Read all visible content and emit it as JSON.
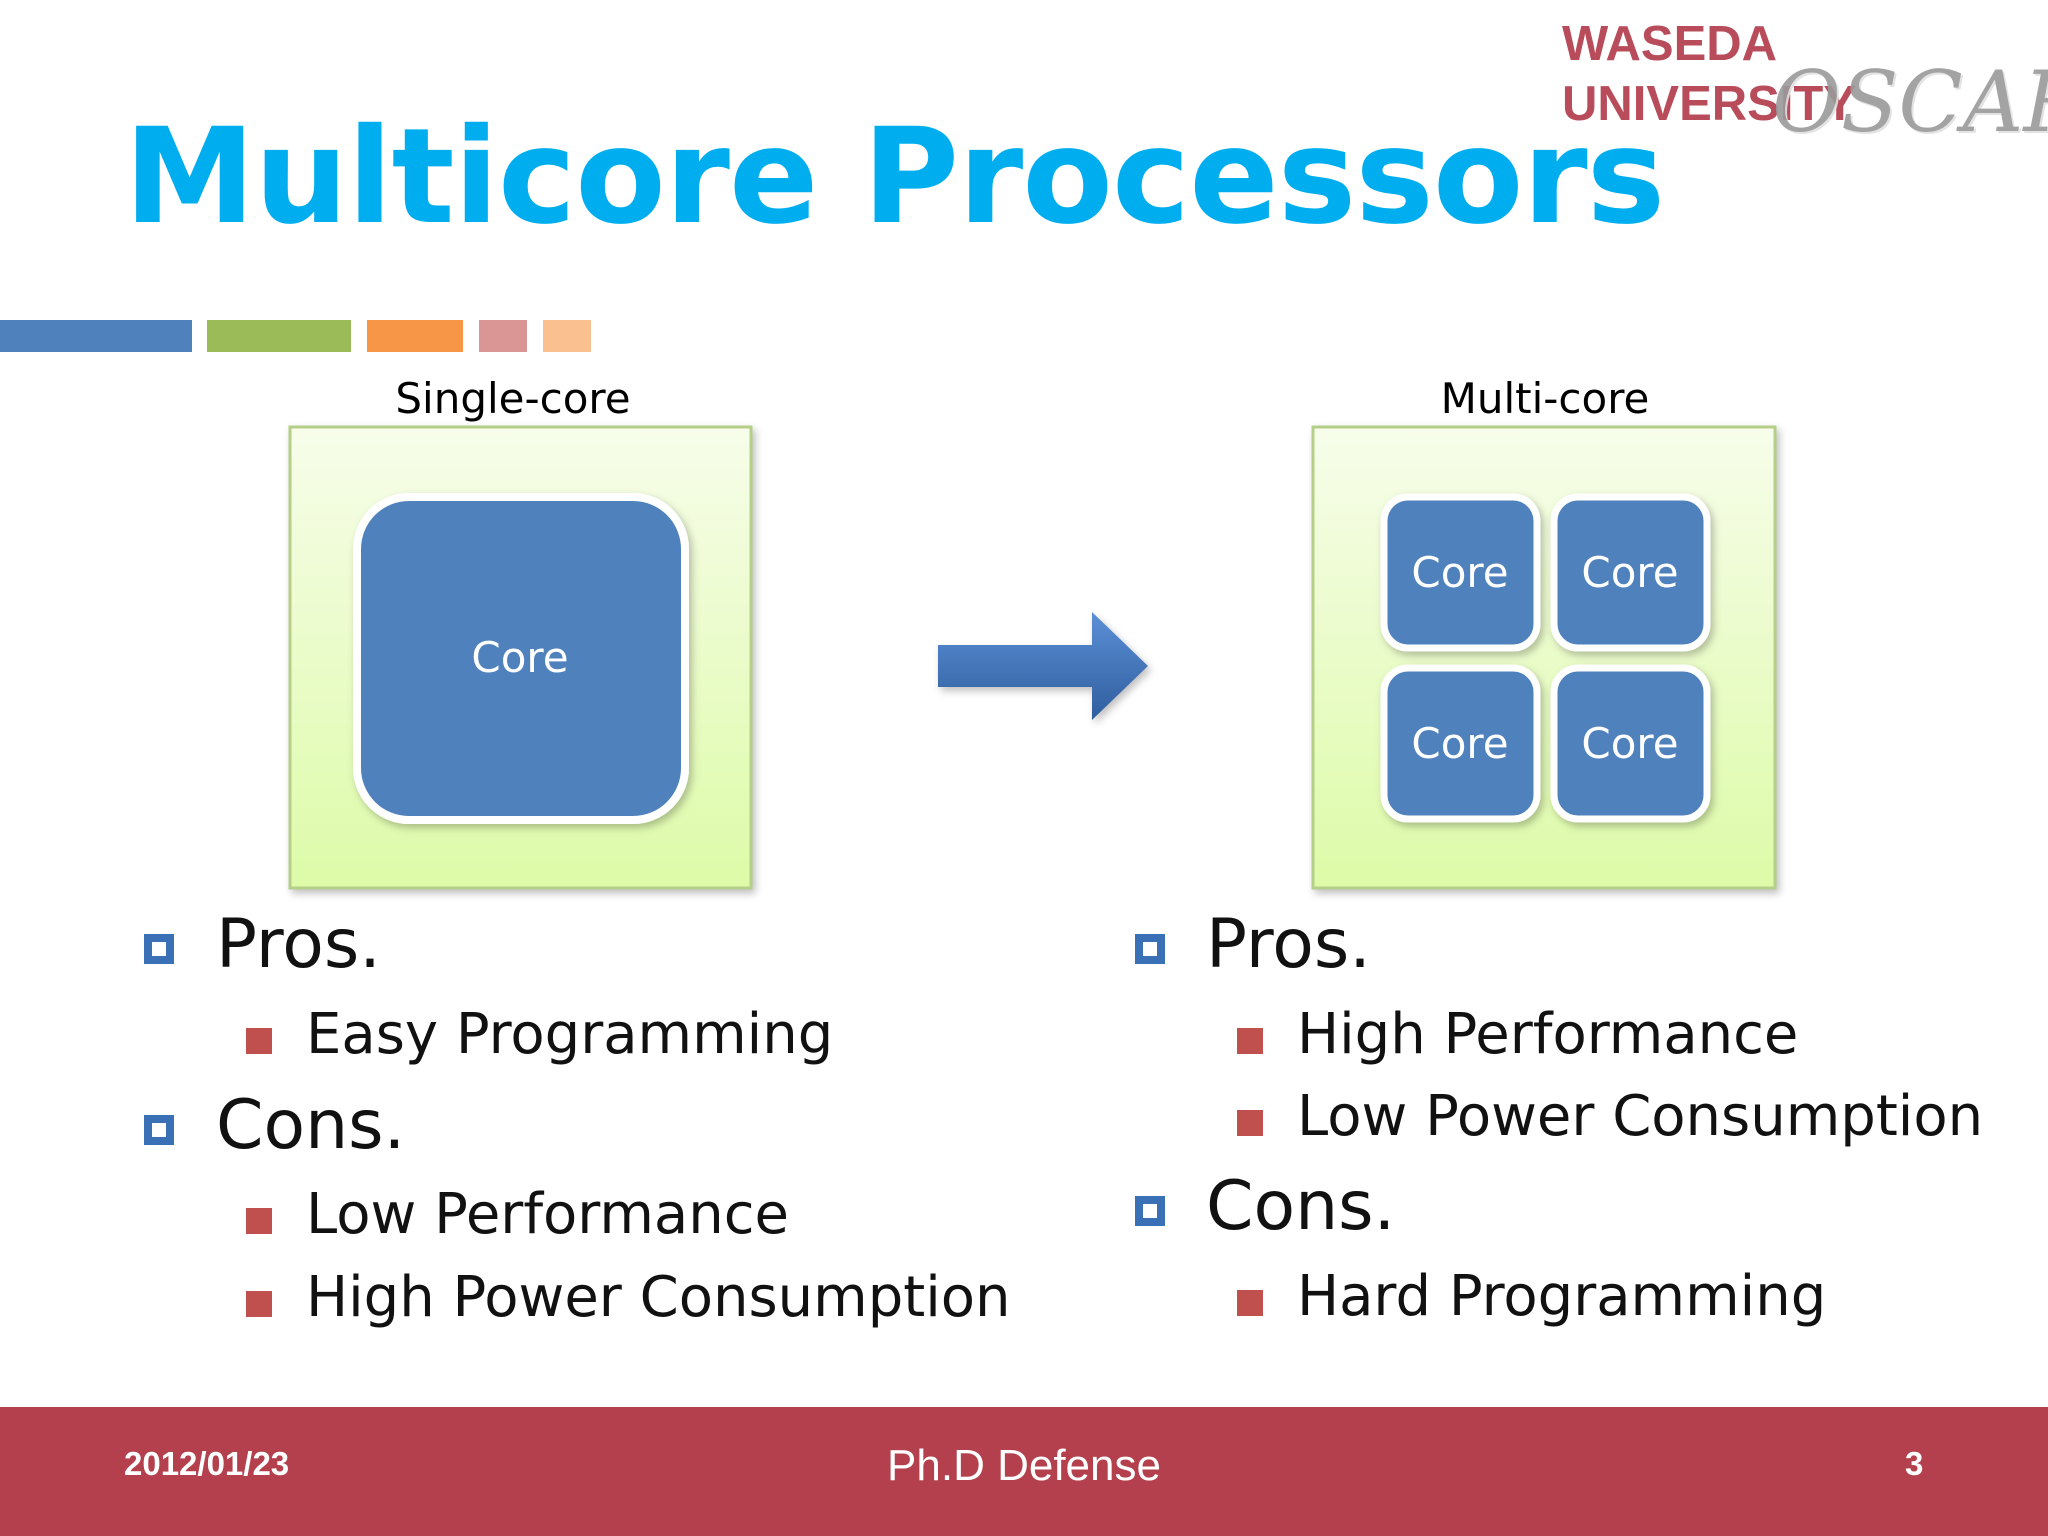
{
  "slide": {
    "title": "Multicore Processors",
    "logo": {
      "line1": "WASEDA",
      "line2": "UNIVERSITY",
      "mark": "OSCAR"
    },
    "stripe_colors": [
      "#4f81bd",
      "#9bbb59",
      "#f79646",
      "#d99694",
      "#fac090"
    ]
  },
  "diagram": {
    "single": {
      "label": "Single-core",
      "cores": [
        "Core"
      ]
    },
    "multi": {
      "label": "Multi-core",
      "cores": [
        "Core",
        "Core",
        "Core",
        "Core"
      ]
    },
    "arrow": "right-arrow",
    "colors": {
      "chip_fill": "#e8f7c8",
      "chip_border": "#b5cf88",
      "core_fill": "#4f81bd",
      "arrow": "#3d6fb4"
    }
  },
  "left": {
    "pros_label": "Pros.",
    "pros": [
      "Easy Programming"
    ],
    "cons_label": "Cons.",
    "cons": [
      "Low Performance",
      "High Power Consumption"
    ]
  },
  "right": {
    "pros_label": "Pros.",
    "pros": [
      "High Performance",
      "Low Power Consumption"
    ],
    "cons_label": "Cons.",
    "cons": [
      "Hard Programming"
    ]
  },
  "footer": {
    "date": "2012/01/23",
    "center": "Ph.D Defense",
    "page": "3"
  },
  "colors": {
    "title": "#00aeef",
    "footer_bg": "#b3404c",
    "bullet1": "#3a70b6",
    "bullet2": "#c0504d"
  }
}
